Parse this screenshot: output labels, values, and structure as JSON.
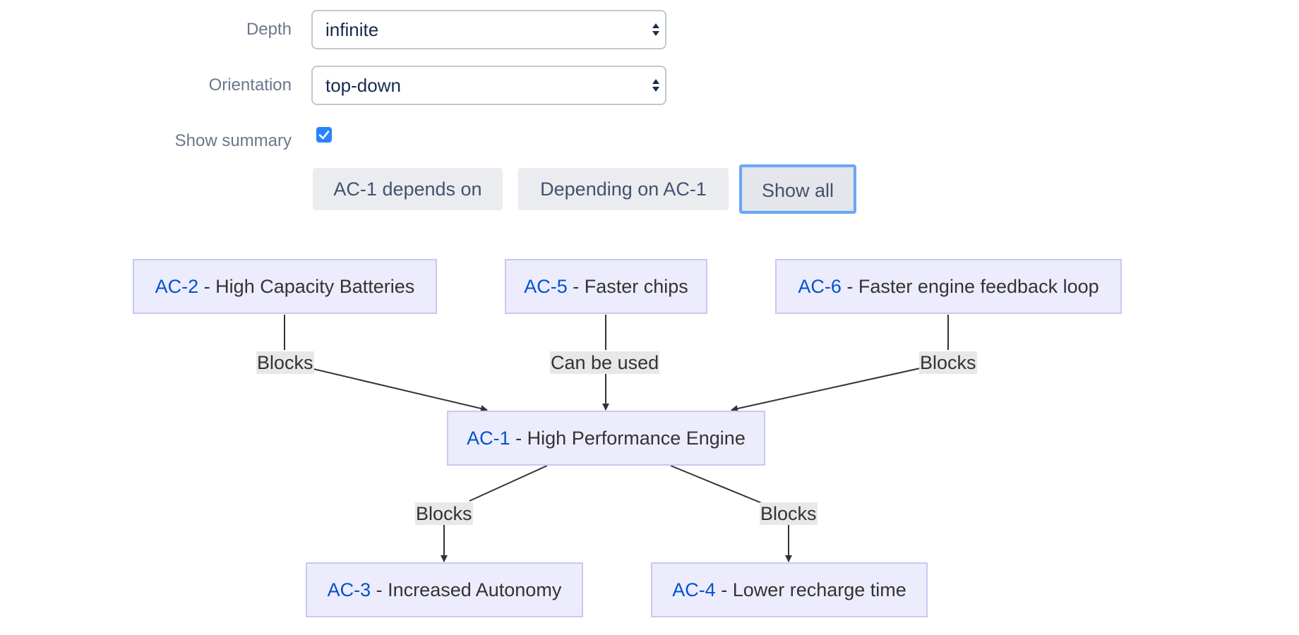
{
  "form": {
    "depth": {
      "label": "Depth",
      "value": "infinite"
    },
    "orientation": {
      "label": "Orientation",
      "value": "top-down"
    },
    "show_summary": {
      "label": "Show summary",
      "checked": true
    }
  },
  "buttons": {
    "depends_on": "AC-1 depends on",
    "depending_on": "Depending on AC-1",
    "show_all": "Show all"
  },
  "graph": {
    "nodes": {
      "ac2": {
        "key": "AC-2",
        "summary": " - High Capacity Batteries"
      },
      "ac5": {
        "key": "AC-5",
        "summary": " - Faster chips"
      },
      "ac6": {
        "key": "AC-6",
        "summary": " - Faster engine feedback loop"
      },
      "ac1": {
        "key": "AC-1",
        "summary": " - High Performance Engine"
      },
      "ac3": {
        "key": "AC-3",
        "summary": " - Increased Autonomy"
      },
      "ac4": {
        "key": "AC-4",
        "summary": " - Lower recharge time"
      }
    },
    "edges": {
      "ac2_ac1": "Blocks",
      "ac5_ac1": "Can be used",
      "ac6_ac1": "Blocks",
      "ac1_ac3": "Blocks",
      "ac1_ac4": "Blocks"
    }
  },
  "colors": {
    "link": "#0052cc",
    "node_fill": "#ececfd",
    "node_border": "#c8c8f3",
    "checkbox": "#2684ff",
    "active_button_border": "#6ca6f2"
  }
}
